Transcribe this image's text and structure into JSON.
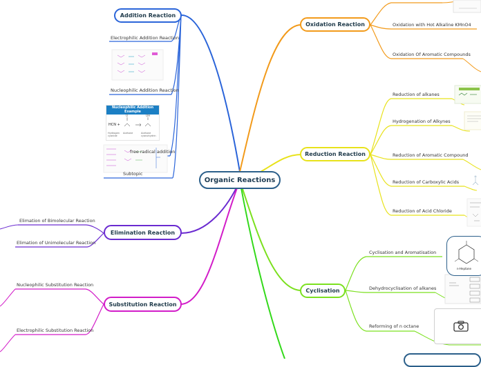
{
  "central": "Organic Reactions",
  "left": {
    "addition": {
      "title": "Addition Reaction",
      "electrophilic": "Electrophilic Addition Reaction",
      "nucleophilic": "Nucleophilic Addition Reaction",
      "nucleo_card_title": "Nucleophilic Addition Example",
      "nucleo_card_eq_left": "HCN +",
      "nucleo_card_labels": [
        "Hydrogen cyanide",
        "Acetone",
        "Acetone cyanohydrin"
      ],
      "free_radical": "free radical addition",
      "subtopic": "Subtopic"
    },
    "elimination": {
      "title": "Elimination Reaction",
      "items": [
        "Elimation of Bimolecular Reaction",
        "Elimation of Unimolecular Reaction"
      ]
    },
    "substitution": {
      "title": "Substitution Reaction",
      "items": [
        "Nucleophilic Substitution Reaction",
        "Electrophilic Substitution Reaction"
      ]
    }
  },
  "right": {
    "oxidation": {
      "title": "Oxidation Reaction",
      "items": [
        "Oxidation with Hot Alkaline KMnO4",
        "Oxidation Of Aromatic Compounds"
      ]
    },
    "reduction": {
      "title": "Reduction Reaction",
      "items": [
        "Reduction of alkanes",
        "Hydrogenation of Alkynes",
        "Reduction of Aromatic Compound",
        "Reduction of Carboxylic Acids",
        "Reduction of Acid Chloride"
      ]
    },
    "cyclisation": {
      "title": "Cyclisation",
      "items": [
        "Cyclisation and Aromatisation",
        "Dehydrocyclisation of alkanes",
        "Reforming of n octane"
      ],
      "ring_label": "n-Heptane"
    }
  },
  "icons": [
    "camera-icon"
  ],
  "colors": {
    "addition": "#2a64d9",
    "elimination": "#6a2ad0",
    "substitution": "#d21cc8",
    "oxidation": "#f29a1a",
    "reduction": "#e8e21a",
    "cyclisation": "#7be01e",
    "central": "#2b5f8a"
  }
}
